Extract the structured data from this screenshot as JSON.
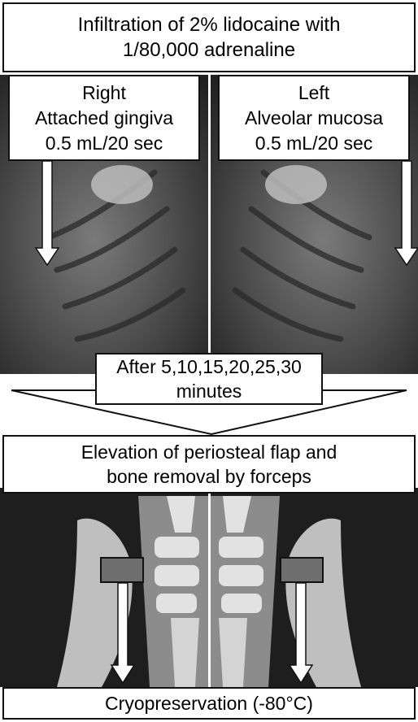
{
  "header": {
    "line1": "Infiltration of 2% lidocaine with",
    "line2": "1/80,000 adrenaline"
  },
  "right_panel": {
    "line1": "Right",
    "line2": "Attached gingiva",
    "line3": "0.5 mL/20 sec"
  },
  "left_panel": {
    "line1": "Left",
    "line2": "Alveolar mucosa",
    "line3": "0.5 mL/20 sec"
  },
  "time_step": {
    "line1": "After 5,10,15,20,25,30",
    "line2": "minutes"
  },
  "elevation_step": {
    "line1": "Elevation of periosteal flap and",
    "line2": "bone removal by forceps"
  },
  "final_step": {
    "label": "Cryopreservation (-80°C)"
  },
  "colors": {
    "photo_dark": "#1e1e1e",
    "photo_mid": "#5c5c5c",
    "photo_light": "#9a9a9a",
    "bone": "#d8d8d8",
    "sample_box": "#6e6e6e"
  }
}
